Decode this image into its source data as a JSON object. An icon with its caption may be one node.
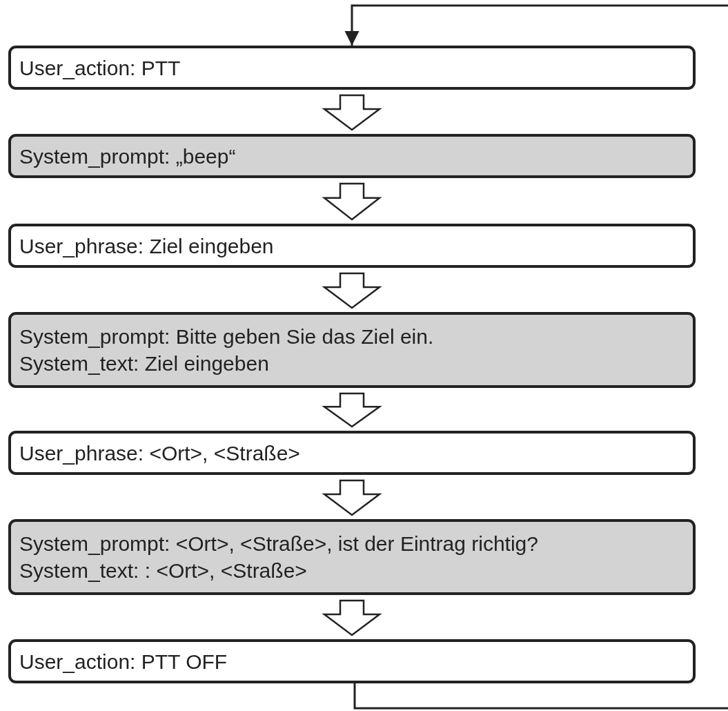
{
  "diagram": {
    "nodes": [
      {
        "text": [
          "User_action: PTT"
        ]
      },
      {
        "text": [
          "System_prompt: „beep“"
        ]
      },
      {
        "text": [
          "User_phrase: Ziel eingeben"
        ]
      },
      {
        "text": [
          "System_prompt: Bitte geben Sie das Ziel ein.",
          "System_text: Ziel eingeben"
        ]
      },
      {
        "text": [
          "User_phrase: <Ort>, <Straße>"
        ]
      },
      {
        "text": [
          "System_prompt: <Ort>, <Straße>, ist der Eintrag richtig?",
          "System_text: : <Ort>, <Straße>"
        ]
      },
      {
        "text": [
          "User_action: PTT OFF"
        ]
      }
    ],
    "edges": [
      {
        "from": null,
        "to": 0,
        "arrow": "to"
      },
      {
        "from": 0,
        "to": 1,
        "arrow": "to",
        "style": "thick"
      },
      {
        "from": 1,
        "to": 2,
        "arrow": "to",
        "style": "thick"
      },
      {
        "from": 2,
        "to": 3,
        "arrow": "to",
        "style": "thick"
      },
      {
        "from": 3,
        "to": 4,
        "arrow": "to",
        "style": "thick"
      },
      {
        "from": 4,
        "to": 5,
        "arrow": "to",
        "style": "thick"
      },
      {
        "from": 5,
        "to": 6,
        "arrow": "to",
        "style": "thick"
      },
      {
        "from": 6,
        "to": null,
        "arrow": "none"
      }
    ]
  }
}
